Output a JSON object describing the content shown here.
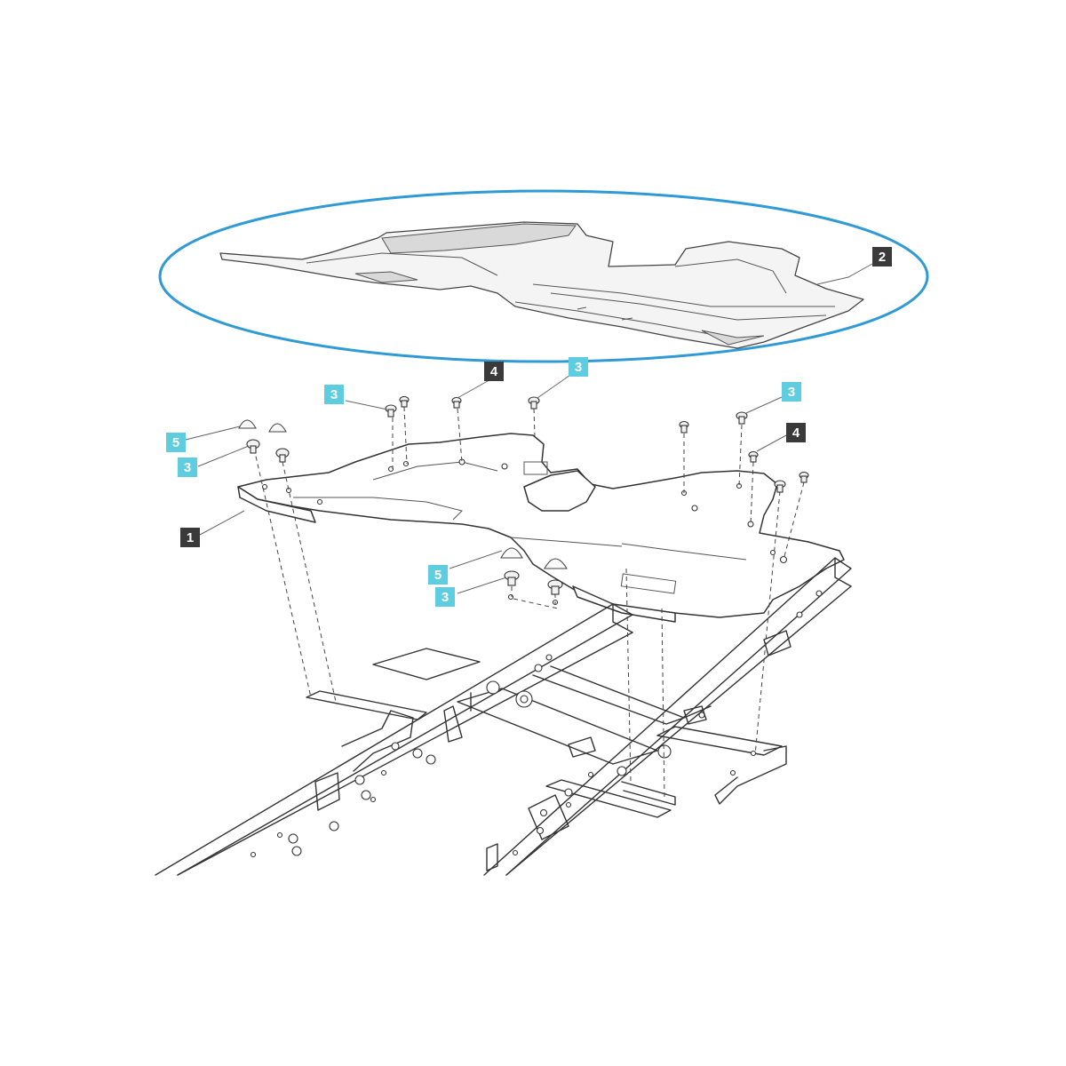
{
  "diagram": {
    "colors": {
      "highlight_ring": "#2f9ad6",
      "callout_dark": "#3a3a3a",
      "callout_light": "#5fcde0",
      "linework": "#333333"
    },
    "callouts": [
      {
        "id": "c2",
        "text": "2",
        "style": "dark"
      },
      {
        "id": "c4a",
        "text": "4",
        "style": "dark"
      },
      {
        "id": "c3a",
        "text": "3",
        "style": "light"
      },
      {
        "id": "c3b",
        "text": "3",
        "style": "light"
      },
      {
        "id": "c3c",
        "text": "3",
        "style": "light"
      },
      {
        "id": "c5a",
        "text": "5",
        "style": "light"
      },
      {
        "id": "c3d",
        "text": "3",
        "style": "light"
      },
      {
        "id": "c4b",
        "text": "4",
        "style": "dark"
      },
      {
        "id": "c1",
        "text": "1",
        "style": "dark"
      },
      {
        "id": "c5b",
        "text": "5",
        "style": "light"
      },
      {
        "id": "c3e",
        "text": "3",
        "style": "light"
      }
    ]
  }
}
